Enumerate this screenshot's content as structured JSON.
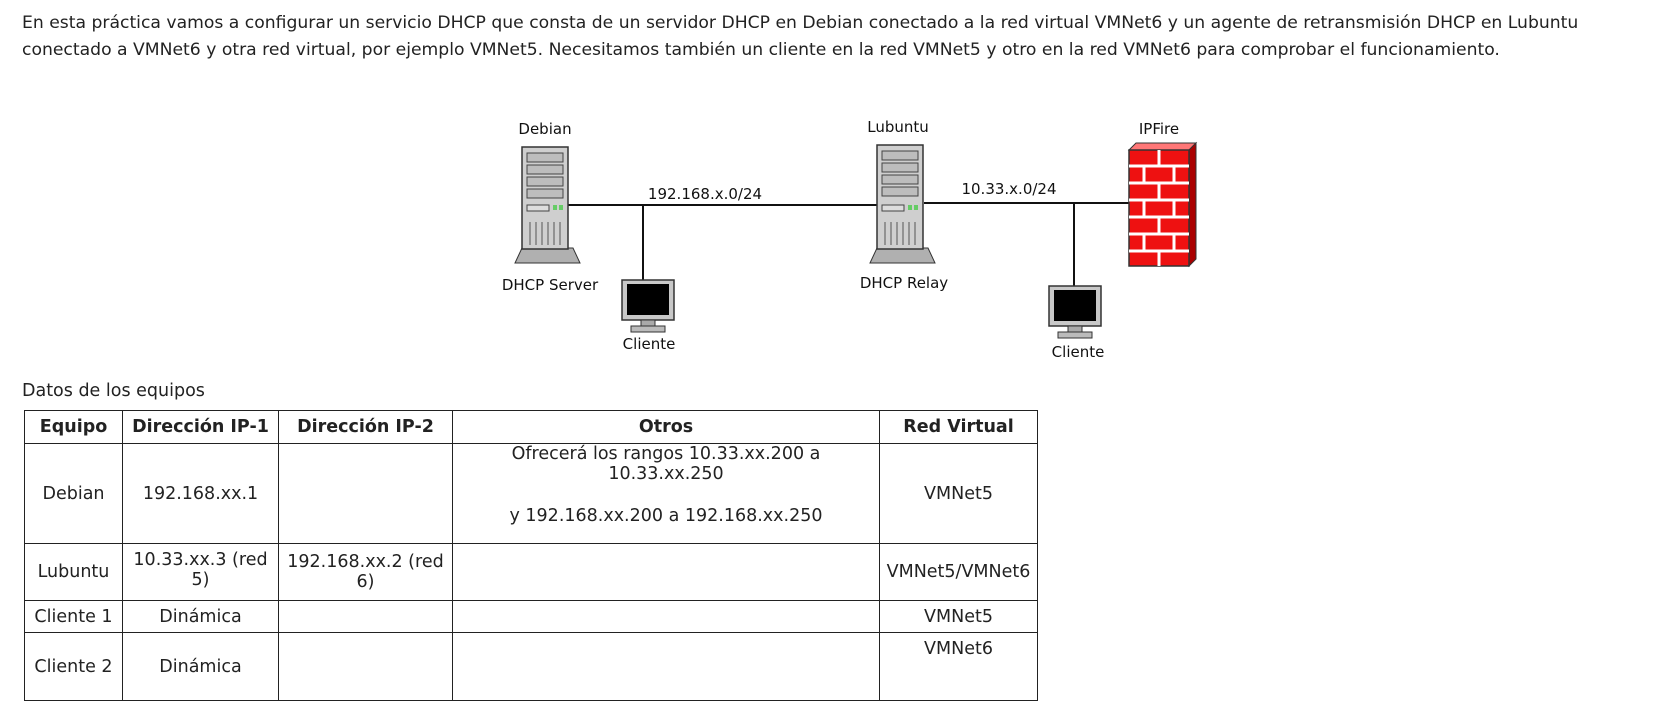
{
  "intro": "En esta práctica vamos a configurar un servicio DHCP que consta de un servidor DHCP en Debian conectado a la red virtual VMNet6 y un agente de retransmisión DHCP en Lubuntu conectado a VMNet6 y otra red virtual, por ejemplo VMNet5. Necesitamos también un cliente en la red VMNet5 y otro en la red VMNet6 para comprobar el funcionamiento.",
  "diagram": {
    "debian_label": "Debian",
    "debian_role": "DHCP Server",
    "lubuntu_label": "Lubuntu",
    "lubuntu_role": "DHCP Relay",
    "ipfire_label": "IPFire",
    "net1": "192.168.x.0/24",
    "net2": "10.33.x.0/24",
    "client1_label": "Cliente",
    "client2_label": "Cliente"
  },
  "table": {
    "caption": "Datos de los equipos",
    "headers": [
      "Equipo",
      "Dirección IP-1",
      "Dirección IP-2",
      "Otros",
      "Red Virtual"
    ],
    "rows": [
      {
        "equipo": "Debian",
        "ip1": "192.168.xx.1",
        "ip2": "",
        "otros": [
          "Ofrecerá los rangos 10.33.xx.200 a 10.33.xx.250",
          "y 192.168.xx.200 a 192.168.xx.250"
        ],
        "red": "VMNet5"
      },
      {
        "equipo": "Lubuntu",
        "ip1": "10.33.xx.3 (red 5)",
        "ip2": "192.168.xx.2 (red 6)",
        "otros": [],
        "red": "VMNet5/VMNet6"
      },
      {
        "equipo": "Cliente 1",
        "ip1": "Dinámica",
        "ip2": "",
        "otros": [],
        "red": "VMNet5"
      },
      {
        "equipo": "Cliente 2",
        "ip1": "Dinámica",
        "ip2": "",
        "otros": [],
        "red": "VMNet6"
      }
    ]
  },
  "colors": {
    "firewall_red": "#ee1111",
    "server_gray": "#c8c8c8",
    "screen_black": "#000000"
  }
}
